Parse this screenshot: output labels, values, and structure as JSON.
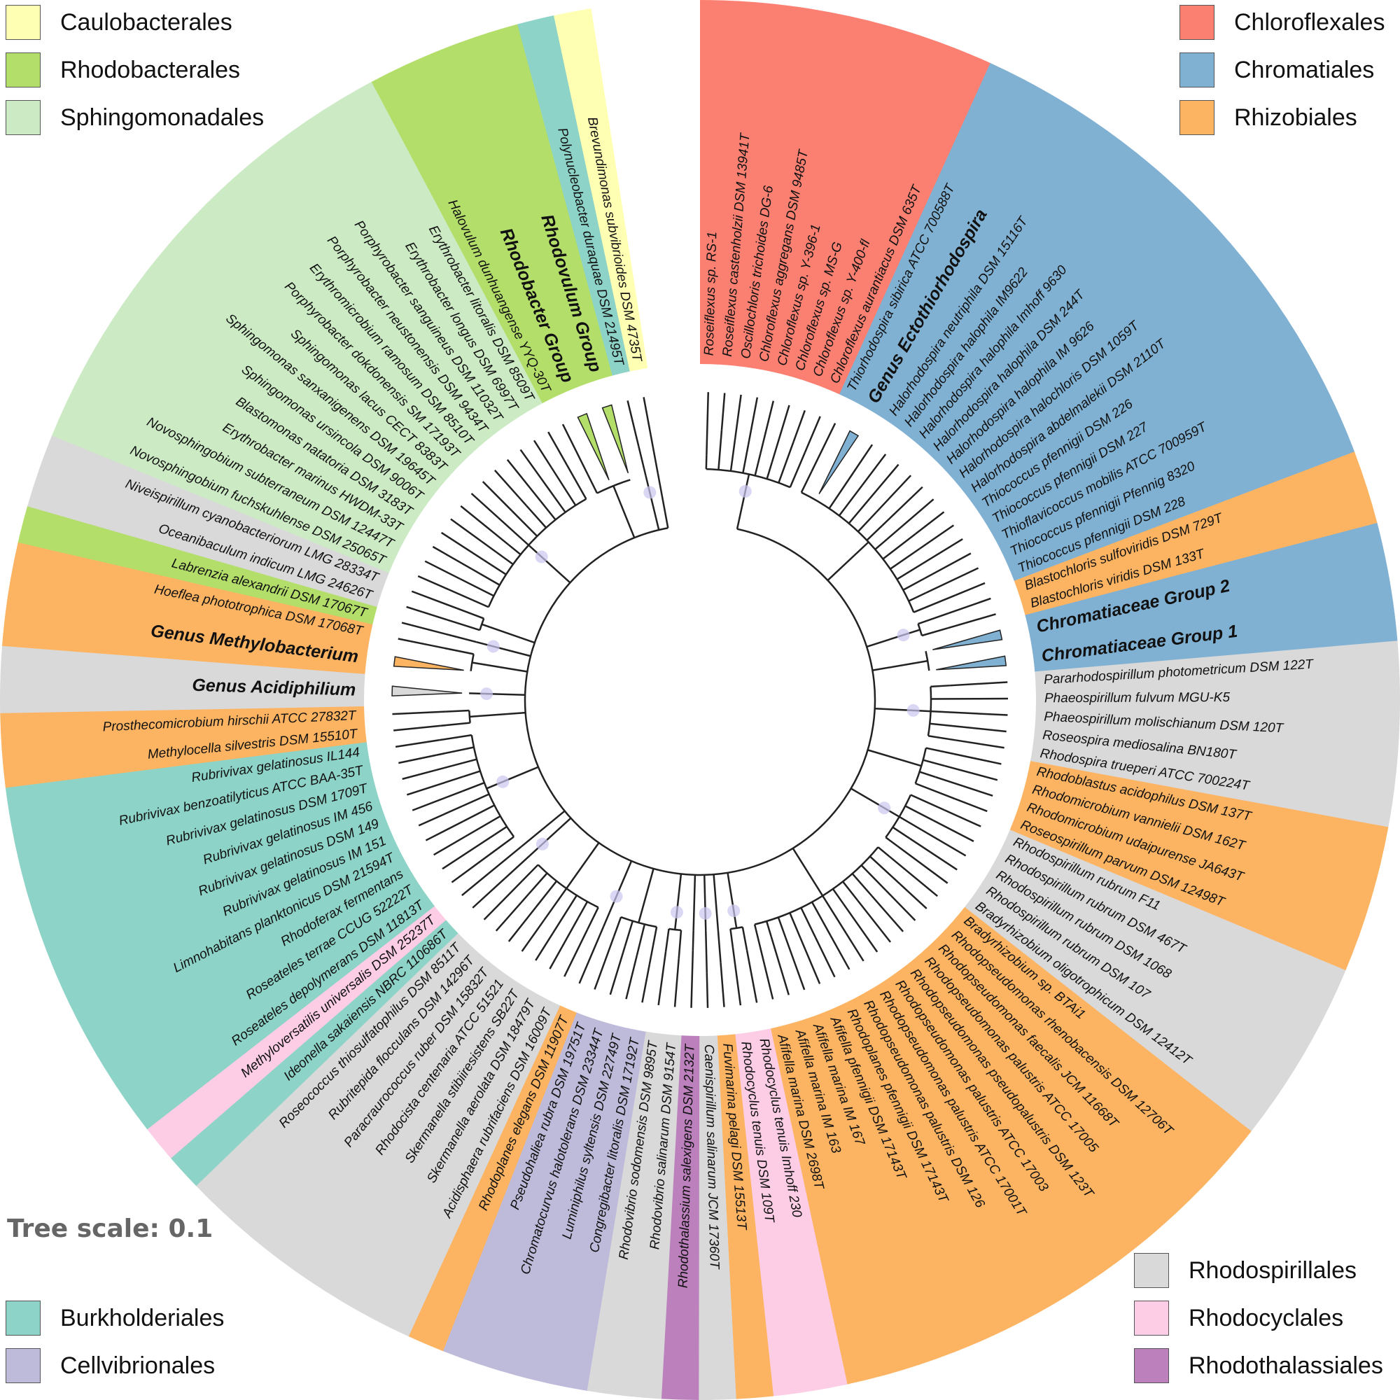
{
  "legend_top_left": [
    {
      "label": "Caulobacterales",
      "color": "#ffffb3"
    },
    {
      "label": "Rhodobacterales",
      "color": "#b3de69"
    },
    {
      "label": "Sphingomonadales",
      "color": "#ccebc5"
    }
  ],
  "legend_top_right": [
    {
      "label": "Chloroflexales",
      "color": "#fb8072"
    },
    {
      "label": "Chromatiales",
      "color": "#80b1d3"
    },
    {
      "label": "Rhizobiales",
      "color": "#fdb462"
    }
  ],
  "legend_bottom_left": [
    {
      "label": "Burkholderiales",
      "color": "#8dd3c7"
    },
    {
      "label": "Cellvibrionales",
      "color": "#bebada"
    }
  ],
  "legend_bottom_right": [
    {
      "label": "Rhodospirillales",
      "color": "#d9d9d9"
    },
    {
      "label": "Rhodocyclales",
      "color": "#fccde5"
    },
    {
      "label": "Rhodothalassiales",
      "color": "#bc80bd"
    }
  ],
  "tree_scale": "Tree scale: 0.1",
  "leaves": [
    {
      "label": "Roseiflexus sp. RS-1",
      "order": "Chloroflexales"
    },
    {
      "label": "Roseiflexus castenholzii DSM 13941T",
      "order": "Chloroflexales"
    },
    {
      "label": "Oscillochloris trichoides DG-6",
      "order": "Chloroflexales"
    },
    {
      "label": "Chloroflexus aggregans DSM 9485T",
      "order": "Chloroflexales"
    },
    {
      "label": "Chloroflexus sp. Y-396-1",
      "order": "Chloroflexales"
    },
    {
      "label": "Chloroflexus sp. MS-G",
      "order": "Chloroflexales"
    },
    {
      "label": "Chloroflexus sp. Y-400-fl",
      "order": "Chloroflexales"
    },
    {
      "label": "Chloroflexus aurantiacus DSM 635T",
      "order": "Chloroflexales"
    },
    {
      "label": "Thiorhodospira sibirica ATCC 700588T",
      "order": "Chromatiales"
    },
    {
      "label": "Genus Ectothiorhodospira",
      "order": "Chromatiales",
      "group": true,
      "span": 1.6
    },
    {
      "label": "Halorhodospira neutriphila DSM 15116T",
      "order": "Chromatiales"
    },
    {
      "label": "Halorhodospira halophila IM9622",
      "order": "Chromatiales"
    },
    {
      "label": "Halorhodospira halophila Imhoff 9630",
      "order": "Chromatiales"
    },
    {
      "label": "Halorhodospira halophila DSM 244T",
      "order": "Chromatiales"
    },
    {
      "label": "Halorhodospira halophila IM 9626",
      "order": "Chromatiales"
    },
    {
      "label": "Halorhodospira halochloris DSM 1059T",
      "order": "Chromatiales"
    },
    {
      "label": "Halorhodospira abdelmalekii DSM 2110T",
      "order": "Chromatiales"
    },
    {
      "label": "Thiococcus pfennigii DSM 226",
      "order": "Chromatiales"
    },
    {
      "label": "Thiococcus pfennigii DSM 227",
      "order": "Chromatiales"
    },
    {
      "label": "Thioflavicoccus mobilis ATCC 700959T",
      "order": "Chromatiales"
    },
    {
      "label": "Thiococcus pfennigii Pfennig 8320",
      "order": "Chromatiales"
    },
    {
      "label": "Thiococcus pfennigii DSM 228",
      "order": "Chromatiales"
    },
    {
      "label": "Blastochloris sulfoviridis DSM 729T",
      "order": "Rhizobiales"
    },
    {
      "label": "Blastochloris viridis DSM 133T",
      "order": "Rhizobiales"
    },
    {
      "label": "Chromatiaceae Group 2",
      "order": "Chromatiales",
      "group": true,
      "span": 1.6
    },
    {
      "label": "Chromatiaceae Group 1",
      "order": "Chromatiales",
      "group": true,
      "span": 1.6
    },
    {
      "label": "Pararhodospirillum photometricum DSM 122T",
      "order": "Rhodospirillales"
    },
    {
      "label": "Phaeospirillum fulvum MGU-K5",
      "order": "Rhodospirillales"
    },
    {
      "label": "Phaeospirillum molischianum DSM 120T",
      "order": "Rhodospirillales"
    },
    {
      "label": "Roseospira mediosalina BN180T",
      "order": "Rhodospirillales"
    },
    {
      "label": "Rhodospira trueperi ATCC 700224T",
      "order": "Rhodospirillales"
    },
    {
      "label": "Rhodoblastus acidophilus DSM 137T",
      "order": "Rhizobiales"
    },
    {
      "label": "Rhodomicrobium vannielii DSM 162T",
      "order": "Rhizobiales"
    },
    {
      "label": "Rhodomicrobium udaipurense JA643T",
      "order": "Rhizobiales"
    },
    {
      "label": "Roseospirillum parvum DSM 12498T",
      "order": "Rhizobiales"
    },
    {
      "label": "Rhodospirillum rubrum F11",
      "order": "Rhodospirillales"
    },
    {
      "label": "Rhodospirillum rubrum DSM 467T",
      "order": "Rhodospirillales"
    },
    {
      "label": "Rhodospirillum rubrum DSM 1068",
      "order": "Rhodospirillales"
    },
    {
      "label": "Rhodospirillum rubrum DSM 107",
      "order": "Rhodospirillales"
    },
    {
      "label": "Bradyrhizobium oligotrophicum DSM 12412T",
      "order": "Rhodospirillales"
    },
    {
      "label": "Bradyrhizobium sp. BTAi1",
      "order": "Rhizobiales"
    },
    {
      "label": "Rhodopseudomonas rhenobacensis DSM 12706T",
      "order": "Rhizobiales"
    },
    {
      "label": "Rhodopseudomonas faecalis JCM 11668T",
      "order": "Rhizobiales"
    },
    {
      "label": "Rhodopseudomonas palustris ATCC 17005",
      "order": "Rhizobiales"
    },
    {
      "label": "Rhodopseudomonas pseudopalustris DSM 123T",
      "order": "Rhizobiales"
    },
    {
      "label": "Rhodopseudomonas palustris ATCC 17003",
      "order": "Rhizobiales"
    },
    {
      "label": "Rhodopseudomonas palustris ATCC 17001T",
      "order": "Rhizobiales"
    },
    {
      "label": "Rhodopseudomonas palustris DSM 126",
      "order": "Rhizobiales"
    },
    {
      "label": "Rhodoplanes pfennigii DSM 17143T",
      "order": "Rhizobiales"
    },
    {
      "label": "Afifella pfennigii DSM 17143T",
      "order": "Rhizobiales"
    },
    {
      "label": "Afifella marina IM 167",
      "order": "Rhizobiales"
    },
    {
      "label": "Afifella marina IM 163",
      "order": "Rhizobiales"
    },
    {
      "label": "Afifella marina DSM 2698T",
      "order": "Rhizobiales"
    },
    {
      "label": "Rhodocyclus tenuis Imhoff 230",
      "order": "Rhodocyclales"
    },
    {
      "label": "Rhodocyclus tenuis DSM 109T",
      "order": "Rhodocyclales"
    },
    {
      "label": "Fuvimarina pelagi DSM 15513T",
      "order": "Rhizobiales"
    },
    {
      "label": "Caenispirillum salinarum JCM 17360T",
      "order": "Rhodospirillales"
    },
    {
      "label": "Rhodothalassium salexigens DSM 2132T",
      "order": "Rhodothalassiales"
    },
    {
      "label": "Rhodovibrio salinarum DSM 9154T",
      "order": "Rhodospirillales"
    },
    {
      "label": "Rhodovibrio sodomensis DSM 9895T",
      "order": "Rhodospirillales"
    },
    {
      "label": "Congregibacter litoralis DSM 17192T",
      "order": "Cellvibrionales"
    },
    {
      "label": "Luminiphilus syltensis DSM 22749T",
      "order": "Cellvibrionales"
    },
    {
      "label": "Chromatocurvus halotolerans DSM 23344T",
      "order": "Cellvibrionales"
    },
    {
      "label": "Pseudohaliea rubra DSM 19751T",
      "order": "Cellvibrionales"
    },
    {
      "label": "Rhodoplanes elegans DSM 11907T",
      "order": "Rhizobiales"
    },
    {
      "label": "Acidisphaera rubrifaciens DSM 16009T",
      "order": "Rhodospirillales"
    },
    {
      "label": "Skermanella aerolata DSM 18479T",
      "order": "Rhodospirillales"
    },
    {
      "label": "Skermanella stibiiresistens SB22T",
      "order": "Rhodospirillales"
    },
    {
      "label": "Rhodocista centenaria ATCC 51521",
      "order": "Rhodospirillales"
    },
    {
      "label": "Paracraurococcus ruber DSM 15832T",
      "order": "Rhodospirillales"
    },
    {
      "label": "Rubritepida flocculans DSM 14296T",
      "order": "Rhodospirillales"
    },
    {
      "label": "Roseococcus thiosulfatophilus DSM 8511T",
      "order": "Rhodospirillales"
    },
    {
      "label": "Ideonella sakaiensis NBRC 110686T",
      "order": "Burkholderiales"
    },
    {
      "label": "Methyloversatilis universalis DSM 25237T",
      "order": "Rhodocyclales"
    },
    {
      "label": "Roseateles depolymerans DSM 11813T",
      "order": "Burkholderiales"
    },
    {
      "label": "Roseateles terrae CCUG 52222T",
      "order": "Burkholderiales"
    },
    {
      "label": "Rhodoferax fermentans",
      "order": "Burkholderiales"
    },
    {
      "label": "Limnohabitans planktonicus DSM 21594T",
      "order": "Burkholderiales"
    },
    {
      "label": "Rubrivivax gelatinosus IM 151",
      "order": "Burkholderiales"
    },
    {
      "label": "Rubrivivax gelatinosus DSM 149",
      "order": "Burkholderiales"
    },
    {
      "label": "Rubrivivax gelatinosus IM 456",
      "order": "Burkholderiales"
    },
    {
      "label": "Rubrivivax gelatinosus DSM 1709T",
      "order": "Burkholderiales"
    },
    {
      "label": "Rubrivivax benzoatilyticus ATCC BAA-35T",
      "order": "Burkholderiales"
    },
    {
      "label": "Rubrivivax gelatinosus IL144",
      "order": "Burkholderiales"
    },
    {
      "label": "Methylocella silvestris DSM 15510T",
      "order": "Rhizobiales"
    },
    {
      "label": "Prosthecomicrobium hirschii ATCC 27832T",
      "order": "Rhizobiales"
    },
    {
      "label": "Genus Acidiphilium",
      "order": "Rhodospirillales",
      "group": true,
      "span": 1.8
    },
    {
      "label": "Genus Methylobacterium",
      "order": "Rhizobiales",
      "group": true,
      "span": 1.8
    },
    {
      "label": "Hoeflea phototrophica DSM 17068T",
      "order": "Rhizobiales"
    },
    {
      "label": "Labrenzia alexandrii DSM 17067T",
      "order": "Rhodobacterales"
    },
    {
      "label": "Oceanibaculum indicum LMG 24626T",
      "order": "Rhodospirillales"
    },
    {
      "label": "Niveispirillum cyanobacteriorum LMG 28334T",
      "order": "Rhodospirillales"
    },
    {
      "label": "Novosphingobium fuchskuhlense DSM 25065T",
      "order": "Sphingomonadales"
    },
    {
      "label": "Novosphingobium subterraneum DSM 12447T",
      "order": "Sphingomonadales"
    },
    {
      "label": "Erythrobacter marinus HWDM-33T",
      "order": "Sphingomonadales"
    },
    {
      "label": "Blastomonas natatoria DSM 3183T",
      "order": "Sphingomonadales"
    },
    {
      "label": "Sphingomonas ursincola DSM 9006T",
      "order": "Sphingomonadales"
    },
    {
      "label": "Sphingomonas sanxanigenens DSM 19645T",
      "order": "Sphingomonadales"
    },
    {
      "label": "Sphingomonas lacus CECT 8383T",
      "order": "Sphingomonadales"
    },
    {
      "label": "Porphyrobacter dokdonensis SM 17193T",
      "order": "Sphingomonadales"
    },
    {
      "label": "Erythromicrobium ramosum DSM 8510T",
      "order": "Sphingomonadales"
    },
    {
      "label": "Porphyrobacter neustonensis DSM 9434T",
      "order": "Sphingomonadales"
    },
    {
      "label": "Porphyrobacter sanguineus DSM 11032T",
      "order": "Sphingomonadales"
    },
    {
      "label": "Erythrobacter longus DSM 6997T",
      "order": "Sphingomonadales"
    },
    {
      "label": "Erythrobacter litoralis DSM 8509T",
      "order": "Sphingomonadales"
    },
    {
      "label": "Halovulum dunhuangense YYQ-30T",
      "order": "Rhodobacterales"
    },
    {
      "label": "Rhodobacter Group",
      "order": "Rhodobacterales",
      "group": true,
      "span": 1.6
    },
    {
      "label": "Rhodovulum Group",
      "order": "Rhodobacterales",
      "group": true,
      "span": 1.6
    },
    {
      "label": "Polynucleobacter duraquae DSM 21495T",
      "order": "Burkholderiales"
    },
    {
      "label": "Brevundimonas subvibrioides DSM 4735T",
      "order": "Caulobacterales"
    }
  ]
}
